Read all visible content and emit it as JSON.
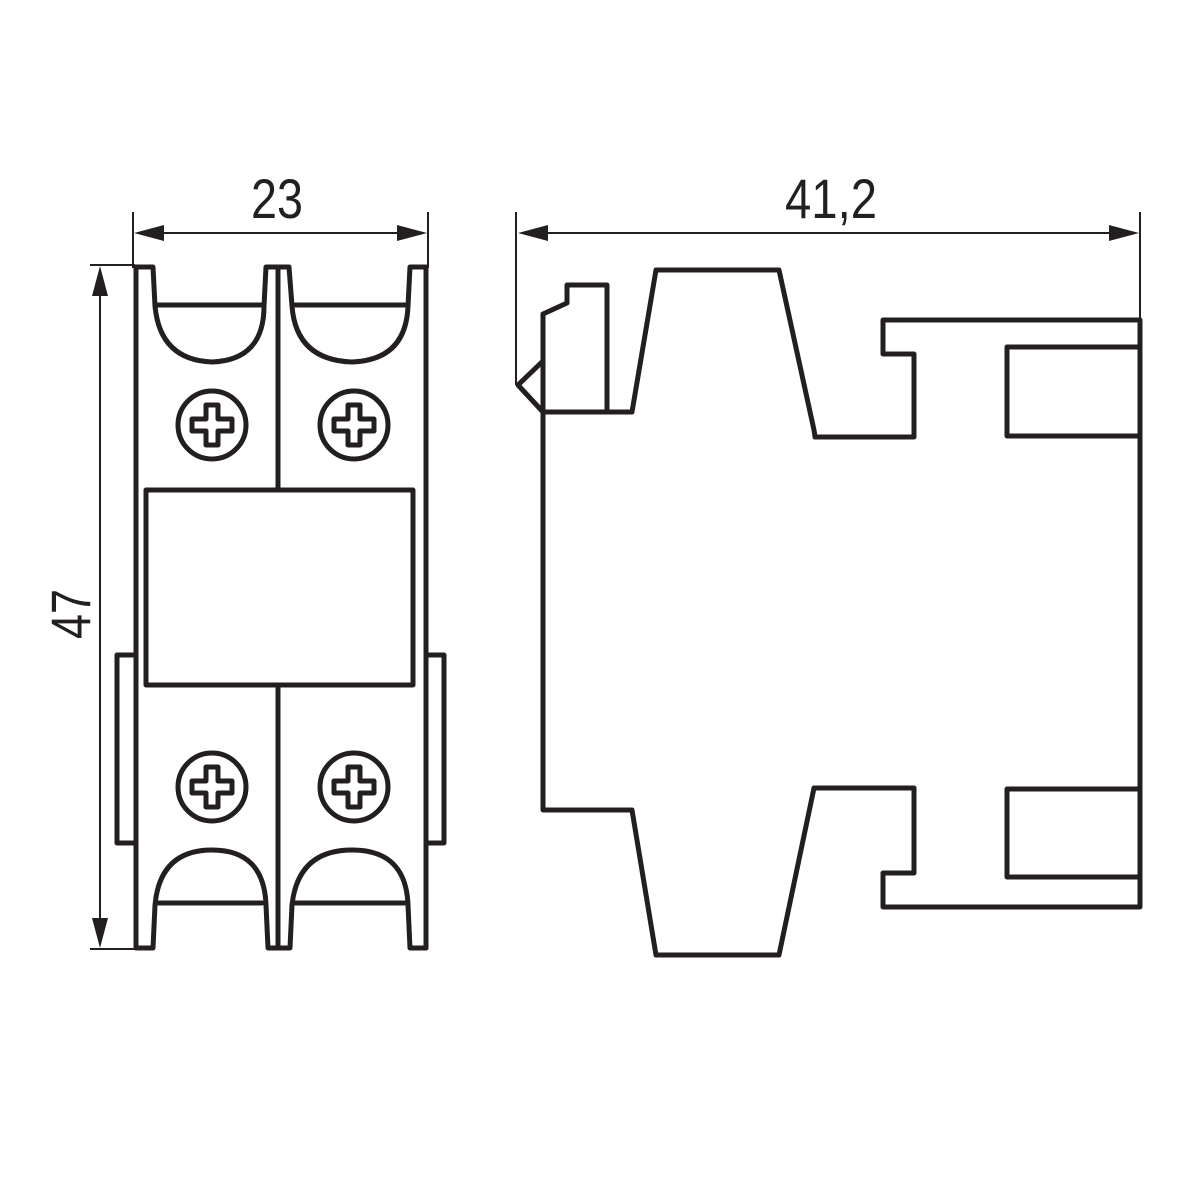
{
  "drawing": {
    "background": "#ffffff",
    "line_color": "#231f20",
    "units": "mm"
  },
  "front_view": {
    "width_label": "23",
    "height_label": "47",
    "terminal_count": 4,
    "screw_icon": "phillips-screw-icon"
  },
  "side_view": {
    "depth_label": "41,2"
  }
}
